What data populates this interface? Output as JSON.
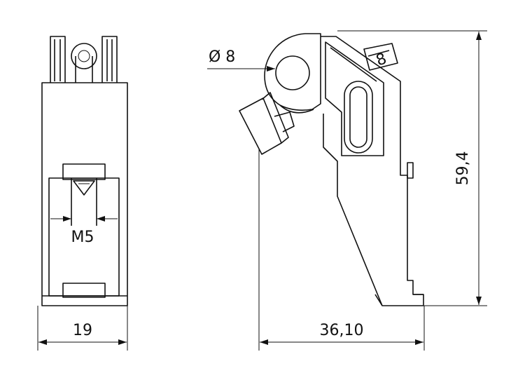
{
  "dimensions": {
    "width_label": "19",
    "length_label": "36,10",
    "height_label": "59,4",
    "bore_label": "Ø 8",
    "thread_label": "M5"
  },
  "part_marking": "8",
  "colors": {
    "line": "#111111",
    "background": "#ffffff"
  }
}
